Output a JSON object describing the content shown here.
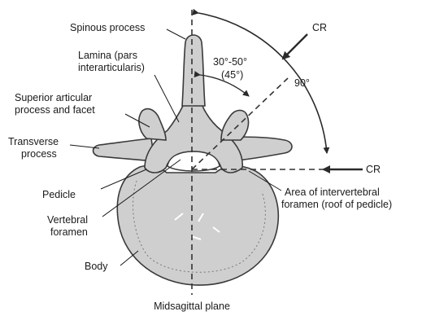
{
  "labels": {
    "spinous_process": "Spinous process",
    "lamina_line1": "Lamina (pars",
    "lamina_line2": "interarticularis)",
    "superior_line1": "Superior articular",
    "superior_line2": "process and facet",
    "transverse_line1": "Transverse",
    "transverse_line2": "process",
    "pedicle": "Pedicle",
    "vertebral_line1": "Vertebral",
    "vertebral_line2": "foramen",
    "body": "Body",
    "midsagittal_plane": "Midsagittal plane",
    "area_line1": "Area of intervertebral",
    "area_line2": "foramen (roof of pedicle)",
    "cr_top": "CR",
    "cr_right": "CR",
    "angle_line1": "30°-50°",
    "angle_line2": "(45°)",
    "ninety": "90°"
  }
}
